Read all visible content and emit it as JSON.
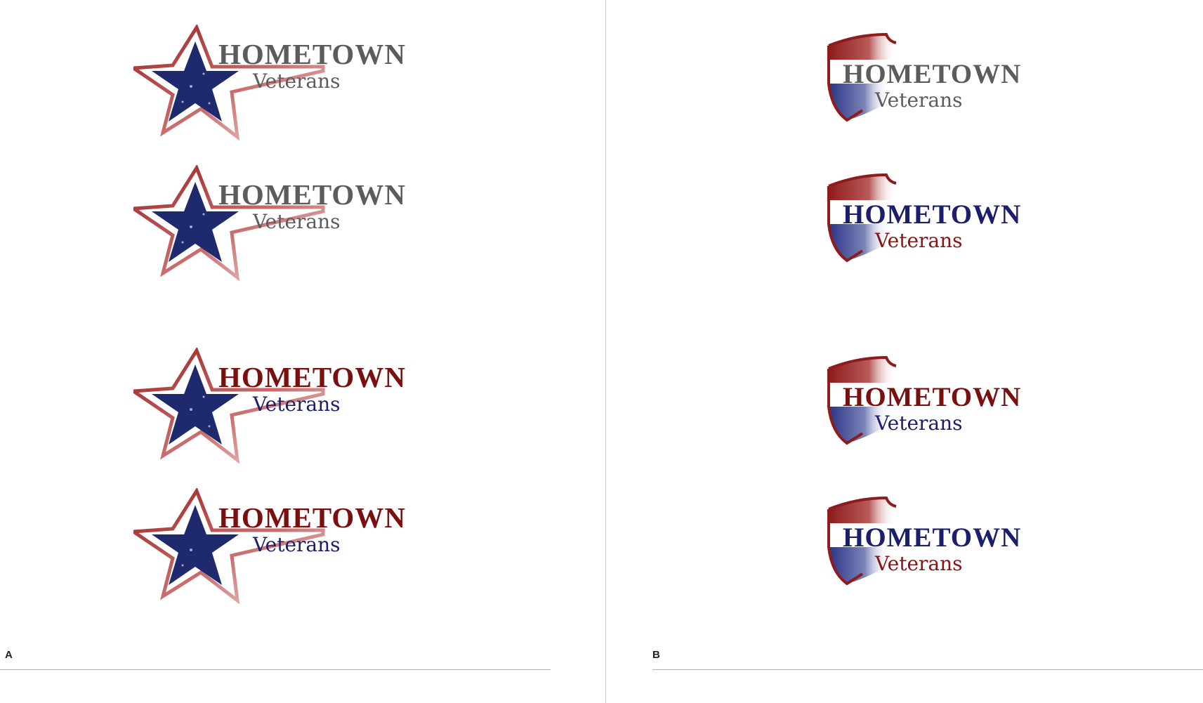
{
  "colors": {
    "gray_text": "#5c5c5c",
    "red": "#7a0f0f",
    "navy": "#1a1e6b",
    "star_blue": "#1f2a6e",
    "border_red": "#8e1c1c"
  },
  "panels": [
    {
      "label": "A",
      "logos": [
        {
          "title": "HOMETOWN",
          "subtitle": "Veterans",
          "scheme": "gray"
        },
        {
          "title": "HOMETOWN",
          "subtitle": "Veterans",
          "scheme": "gray"
        },
        {
          "title": "HOMETOWN",
          "subtitle": "Veterans",
          "scheme": "red-navy"
        },
        {
          "title": "HOMETOWN",
          "subtitle": "Veterans",
          "scheme": "red-navy"
        }
      ]
    },
    {
      "label": "B",
      "logos": [
        {
          "title": "HOMETOWN",
          "subtitle": "Veterans",
          "scheme": "gray"
        },
        {
          "title": "HOMETOWN",
          "subtitle": "Veterans",
          "scheme": "navy-red"
        },
        {
          "title": "HOMETOWN",
          "subtitle": "Veterans",
          "scheme": "red-navy"
        },
        {
          "title": "HOMETOWN",
          "subtitle": "Veterans",
          "scheme": "navy-red"
        }
      ]
    }
  ]
}
